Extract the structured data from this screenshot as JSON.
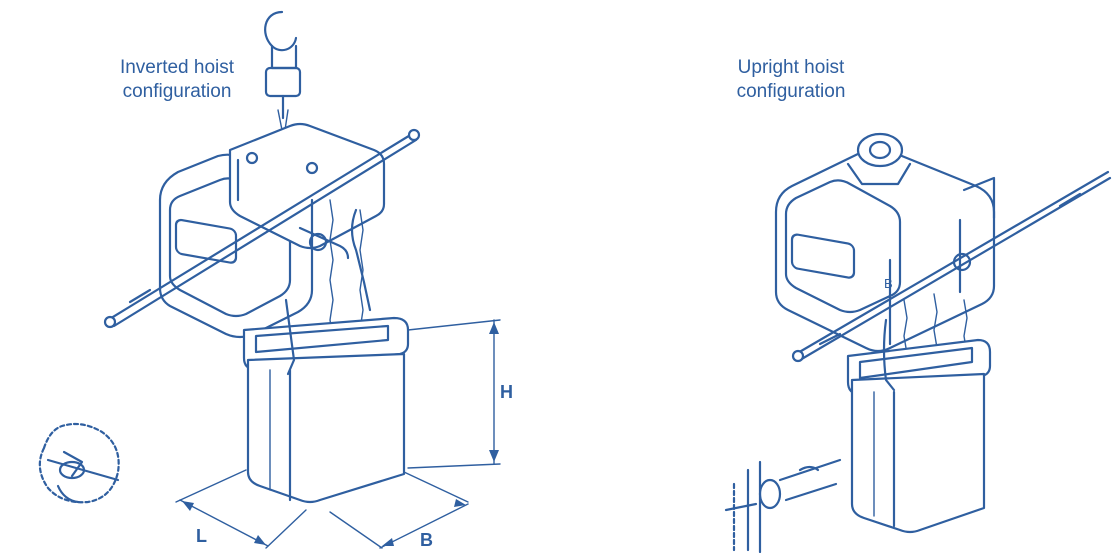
{
  "left_figure": {
    "caption_line1": "Inverted hoist",
    "caption_line2": "configuration",
    "dimension_labels": {
      "length": "L",
      "width": "B",
      "height": "H"
    }
  },
  "right_figure": {
    "caption_line1": "Upright hoist",
    "caption_line2": "configuration",
    "body_marking": "B"
  },
  "colors": {
    "line": "#2f5fa0",
    "background": "#ffffff"
  }
}
